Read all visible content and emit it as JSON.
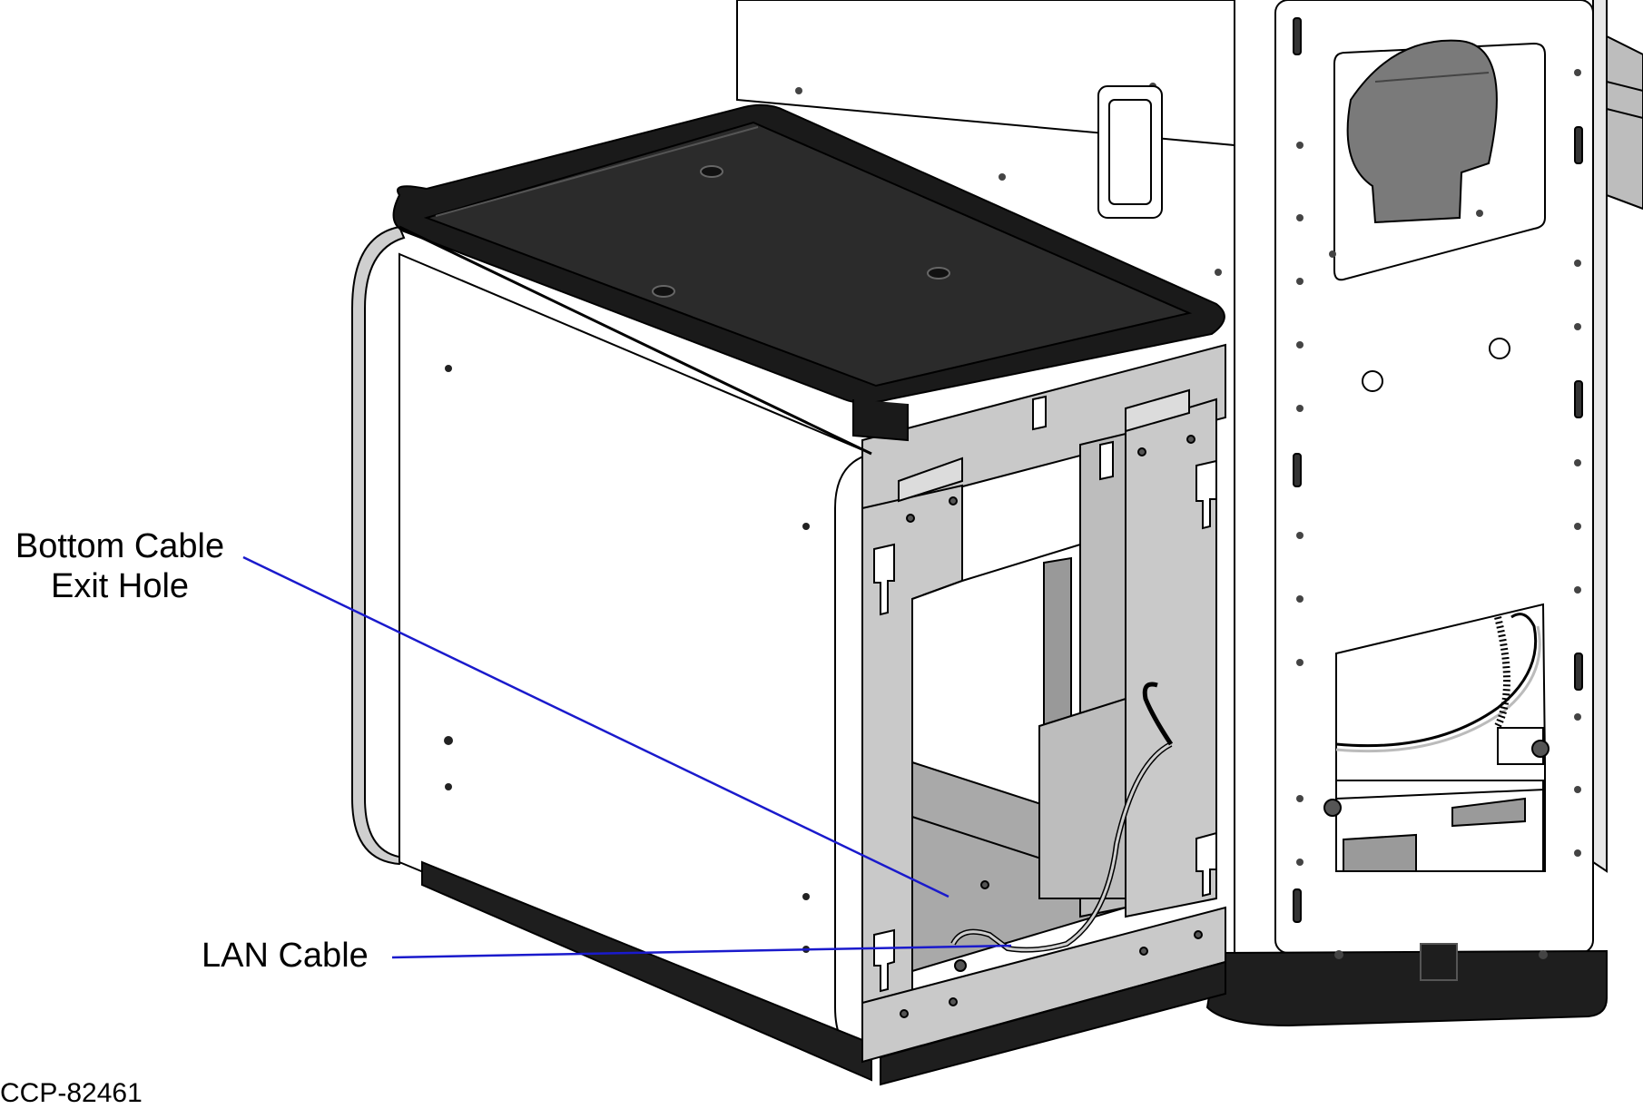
{
  "callouts": {
    "exit_hole_line1": "Bottom Cable",
    "exit_hole_line2": "Exit Hole",
    "lan_cable": "LAN Cable"
  },
  "figure_code": "CCP-82461",
  "colors": {
    "leader_line": "#1a1acc",
    "tray_fill": "#2b2b2b",
    "bracket_fill": "#c9c9c9",
    "base_fill": "#1e1e1e",
    "outline": "#000000"
  }
}
